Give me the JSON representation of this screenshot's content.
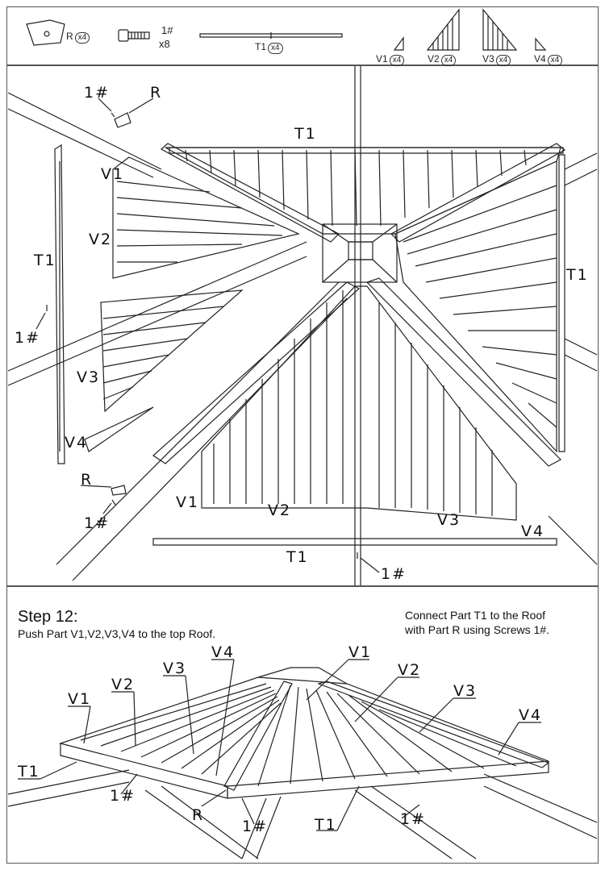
{
  "parts": {
    "r": {
      "name": "R",
      "qty": "x4"
    },
    "screw": {
      "name": "1#",
      "qty": "x8"
    },
    "t1": {
      "name": "T1",
      "qty": "x4"
    },
    "v1": {
      "name": "V1",
      "qty": "x4"
    },
    "v2": {
      "name": "V2",
      "qty": "x4"
    },
    "v3": {
      "name": "V3",
      "qty": "x4"
    },
    "v4": {
      "name": "V4",
      "qty": "x4"
    }
  },
  "labels": {
    "t1": "T1",
    "v1": "V1",
    "v2": "V2",
    "v3": "V3",
    "v4": "V4",
    "r": "R",
    "screw": "1#"
  },
  "step": {
    "title": "Step 12:",
    "line1": "Push Part V1,V2,V3,V4 to the top Roof.",
    "line2": "Connect Part T1 to the Roof\nwith Part R using Screws 1#."
  }
}
